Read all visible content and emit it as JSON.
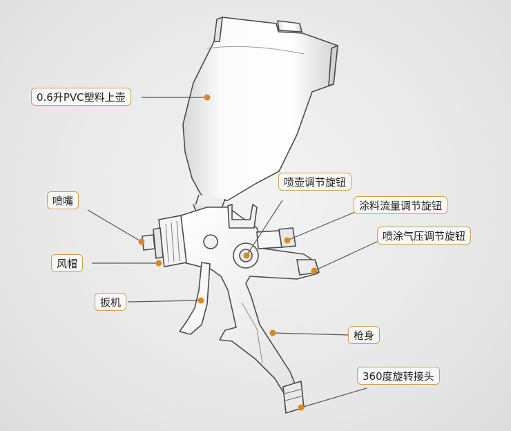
{
  "colors": {
    "label_border": "#c8a150",
    "marker_dot": "#d9891f",
    "leader_line": "#555555",
    "outline": "#4a4a4a"
  },
  "labels": {
    "cup": "0.6升PVC塑料上壶",
    "nozzle": "喷嘴",
    "air_cap": "风帽",
    "trigger": "扳机",
    "cup_knob": "喷壶调节旋钮",
    "fluid_knob": "涂料流量调节旋钮",
    "air_knob": "喷涂气压调节旋钮",
    "body": "枪身",
    "swivel": "360度旋转接头"
  }
}
